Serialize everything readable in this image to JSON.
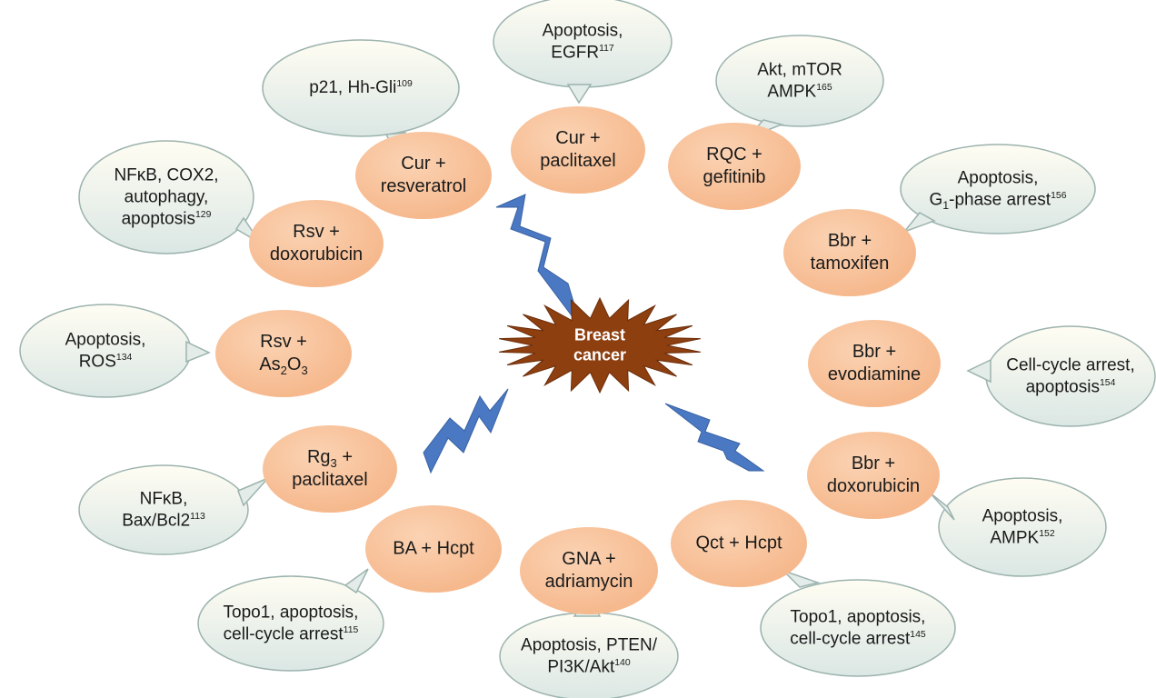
{
  "colors": {
    "ellipse_fill": "#f8c49b",
    "bubble_fill_top": "#fffdf3",
    "bubble_fill_bottom": "#dbe7e4",
    "bubble_stroke": "#9cb3ae",
    "star_fill": "#8e3f10",
    "bolt_fill": "#4a78c2"
  },
  "center": {
    "line1": "Breast",
    "line2": "cancer",
    "icon": "starburst"
  },
  "combos": [
    {
      "id": "cur-resveratrol",
      "line1": "Cur +",
      "line2": "resveratrol"
    },
    {
      "id": "cur-paclitaxel",
      "line1": "Cur +",
      "line2": "paclitaxel"
    },
    {
      "id": "rqc-gefitinib",
      "line1": "RQC +",
      "line2": "gefitinib"
    },
    {
      "id": "bbr-tamoxifen",
      "line1": "Bbr +",
      "line2": "tamoxifen"
    },
    {
      "id": "bbr-evodiamine",
      "line1": "Bbr +",
      "line2": "evodiamine"
    },
    {
      "id": "bbr-doxorubicin",
      "line1": "Bbr +",
      "line2": "doxorubicin"
    },
    {
      "id": "qct-hcpt",
      "line1": "Qct + Hcpt",
      "line2": ""
    },
    {
      "id": "gna-adriamycin",
      "line1": "GNA +",
      "line2": "adriamycin"
    },
    {
      "id": "ba-hcpt",
      "line1": "BA + Hcpt",
      "line2": ""
    },
    {
      "id": "rg3-paclitaxel",
      "line1_a": "Rg",
      "line1_sub": "3",
      "line1_b": " +",
      "line2": "paclitaxel"
    },
    {
      "id": "rsv-as2o3",
      "line1": "Rsv +",
      "line2_a": "As",
      "line2_sub1": "2",
      "line2_b": "O",
      "line2_sub2": "3"
    },
    {
      "id": "rsv-doxorubicin",
      "line1": "Rsv +",
      "line2": "doxorubicin"
    }
  ],
  "effects": [
    {
      "id": "p21",
      "line1": "p21, Hh-Gli",
      "ref1": "109"
    },
    {
      "id": "egfr",
      "line1": "Apoptosis,",
      "line2": "EGFR",
      "ref2": "117"
    },
    {
      "id": "akt",
      "line1": "Akt, mTOR",
      "line2": "AMPK",
      "ref2": "165"
    },
    {
      "id": "g1",
      "line1": "Apoptosis,",
      "line2_a": "G",
      "line2_sub": "1",
      "line2_b": "-phase arrest",
      "ref2": "156"
    },
    {
      "id": "cellcycle154",
      "line1": "Cell-cycle arrest,",
      "line2": "apoptosis",
      "ref2": "154"
    },
    {
      "id": "ampk152",
      "line1": "Apoptosis,",
      "line2": "AMPK",
      "ref2": "152"
    },
    {
      "id": "topo145",
      "line1": "Topo1, apoptosis,",
      "line2": "cell-cycle arrest",
      "ref2": "145"
    },
    {
      "id": "pten",
      "line1": "Apoptosis, PTEN/",
      "line2": "PI3K/Akt",
      "ref2": "140"
    },
    {
      "id": "topo115",
      "line1": "Topo1, apoptosis,",
      "line2": "cell-cycle arrest",
      "ref2": "115"
    },
    {
      "id": "nfkb113",
      "line1": "NFκB,",
      "line2": "Bax/Bcl2",
      "ref2": "113"
    },
    {
      "id": "ros",
      "line1": "Apoptosis,",
      "line2": "ROS",
      "ref2": "134"
    },
    {
      "id": "nfkb129",
      "line1": "NFκB, COX2,",
      "line2": "autophagy,",
      "line3": "apoptosis",
      "ref3": "129"
    }
  ]
}
